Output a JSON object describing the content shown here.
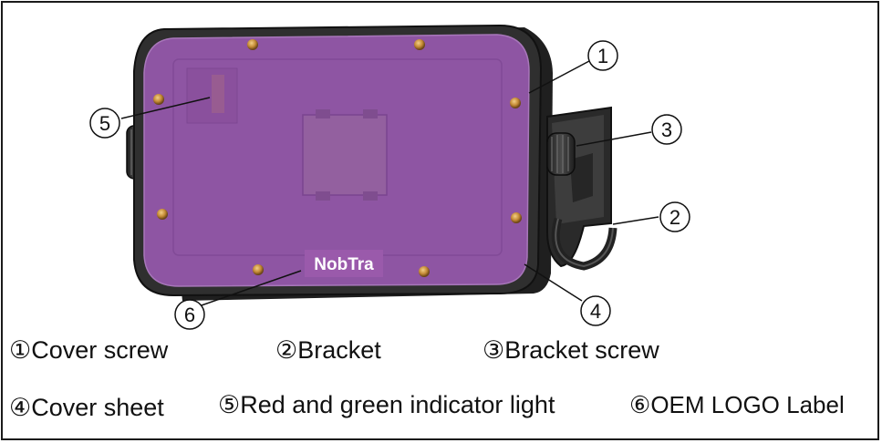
{
  "logo_label": "NobTra",
  "callouts": [
    "1",
    "2",
    "3",
    "4",
    "5",
    "6"
  ],
  "legend": [
    {
      "marker": "①",
      "text": "Cover screw"
    },
    {
      "marker": "②",
      "text": "Bracket"
    },
    {
      "marker": "③",
      "text": "Bracket screw"
    },
    {
      "marker": "④",
      "text": "Cover sheet"
    },
    {
      "marker": "⑤",
      "text": "Red and green indicator light"
    },
    {
      "marker": "⑥",
      "text": "OEM LOGO Label"
    }
  ],
  "colors": {
    "cover": "#8e55a3",
    "housing": "#2b2b2b",
    "screw": "#c9963e"
  }
}
